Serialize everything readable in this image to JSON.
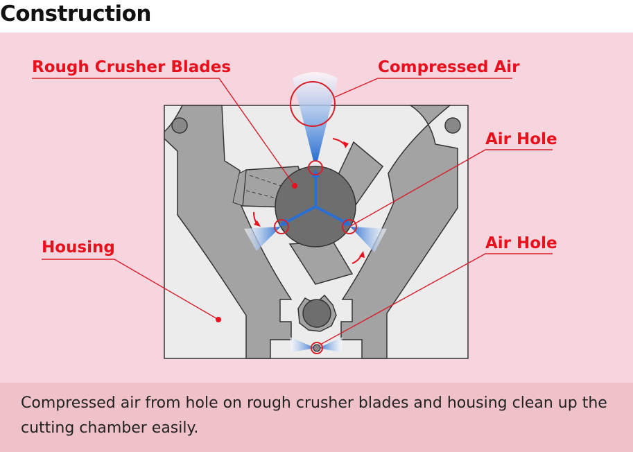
{
  "title": "Construction",
  "labels": {
    "rough_crusher_blades": "Rough Crusher Blades",
    "compressed_air": "Compressed Air",
    "air_hole_upper": "Air Hole",
    "air_hole_lower": "Air Hole",
    "housing": "Housing"
  },
  "caption": "Compressed air from hole on rough crusher blades and housing clean up the cutting chamber easily.",
  "colors": {
    "panel_background": "#f6d5de",
    "caption_background": "#efc1c9",
    "label_red": "#e8101c",
    "air_blue": "#2a6fd1",
    "housing_gray": "#a3a3a3"
  }
}
